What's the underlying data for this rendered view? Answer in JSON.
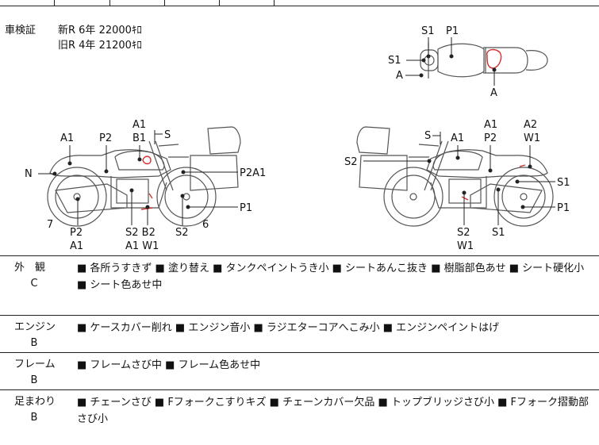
{
  "shaken": {
    "label": "車検証",
    "new_line": "新R 6年 22000ｷﾛ",
    "old_line": "旧R 4年 21200ｷﾛ"
  },
  "diagram_labels": {
    "top_s1": "S1",
    "top_p1": "P1",
    "top_s1_left": "S1",
    "top_a_left": "A",
    "top_a_bottom": "A",
    "left_a1_top": "A1",
    "left_b1": "B1",
    "left_s": "S",
    "left_a1": "A1",
    "left_p2": "P2",
    "left_n": "N",
    "left_p2a1": "P2A1",
    "left_p1": "P1",
    "left_7": "7",
    "left_6": "6",
    "left_p2_bottom": "P2",
    "left_a1_bottom": "A1",
    "left_s2b2": "S2 B2",
    "left_a1w1": "A1 W1",
    "left_s2": "S2",
    "right_s": "S",
    "right_a1": "A1",
    "right_a1_top": "A1",
    "right_p2": "P2",
    "right_a2": "A2",
    "right_w1": "W1",
    "right_s2": "S2",
    "right_s1": "S1",
    "right_p1": "P1",
    "right_s2_bottom": "S2",
    "right_w1_bottom": "W1",
    "right_s1_bottom": "S1"
  },
  "sections": [
    {
      "name": "外　観",
      "grade": "C",
      "text": "■ 各所うすきず ■ 塗り替え ■ タンクペイントうき小 ■ シートあんこ抜き ■ 樹脂部色あせ ■ シート硬化小 ■ シート色あせ中"
    },
    {
      "name": "エンジン",
      "grade": "B",
      "text": "■ ケースカバー削れ ■ エンジン音小 ■ ラジエターコアへこみ小 ■ エンジンペイントはげ"
    },
    {
      "name": "フレーム",
      "grade": "B",
      "text": "■ フレームさび中 ■ フレーム色あせ中"
    },
    {
      "name": "足まわり",
      "grade": "B",
      "text": "■ チェーンさび ■ Fフォークこすりキズ ■ チェーンカバー欠品 ■ トップブリッジさび小 ■ Fフォーク摺動部さび小"
    }
  ],
  "colors": {
    "damage_mark": "#d0312d"
  }
}
